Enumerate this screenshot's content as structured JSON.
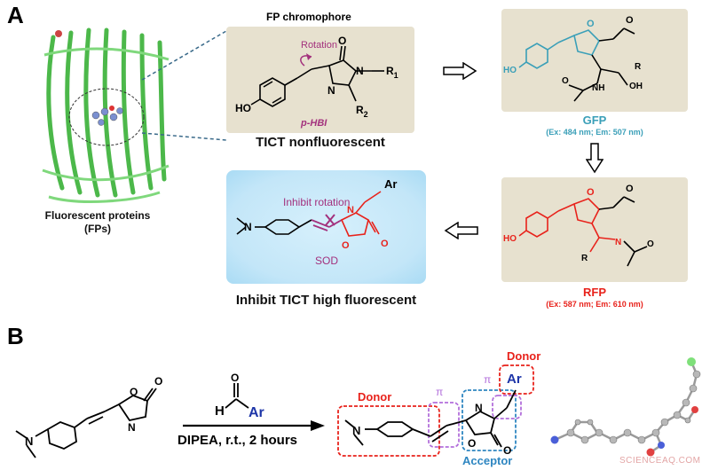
{
  "panel_a": {
    "letter": "A",
    "protein_label_line1": "Fluorescent proteins",
    "protein_label_line2": "(FPs)",
    "chromophore_title": "FP chromophore",
    "rotation_label": "Rotation",
    "hbi_label": "p-HBI",
    "atom_N": "N",
    "atom_O": "O",
    "atom_HO": "HO",
    "r1": "R",
    "r1_sub": "1",
    "r2": "R",
    "r2_sub": "2",
    "tict_non": "TICT nonfluorescent",
    "gfp_label": "GFP",
    "gfp_ex": "(Ex: 484 nm; Em: 507 nm)",
    "gfp_atoms": {
      "NH": "NH",
      "OH": "OH",
      "R": "R"
    },
    "rfp_label": "RFP",
    "rfp_ex": "(Ex: 587 nm; Em: 610 nm)",
    "rfp_atoms": {
      "R": "R"
    },
    "inhibit_rotation": "Inhibit rotation",
    "sod": "SOD",
    "ar": "Ar",
    "inhibit_tict": "Inhibit TICT high fluorescent"
  },
  "panel_b": {
    "letter": "B",
    "aldehyde_h": "H",
    "aldehyde_ar": "Ar",
    "conditions": "DIPEA, r.t., 2 hours",
    "donor_left": "Donor",
    "donor_right": "Donor",
    "pi_left": "π",
    "pi_right": "π",
    "acceptor": "Acceptor",
    "ar": "Ar"
  },
  "watermark": "SCIENCEAQ.COM",
  "colors": {
    "tan": "#e7e1cf",
    "blue_box": "#c9e9f9",
    "cyan": "#3a9fb8",
    "red": "#e8221b",
    "purple": "#a3317d",
    "green_protein": "#5cc65a"
  }
}
